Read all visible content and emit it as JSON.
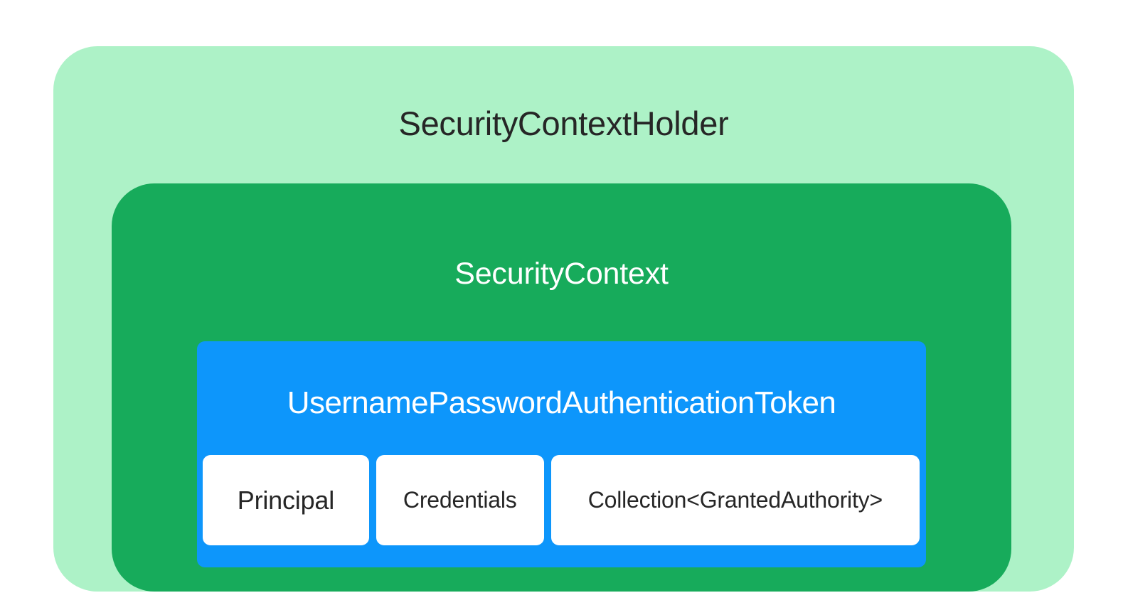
{
  "diagram": {
    "title": "SecurityContextHolder",
    "type": "nested-containment",
    "colors": {
      "outer_background": "#ADF2C7",
      "middle_background": "#17AB5B",
      "inner_background": "#0D96FB",
      "chip_background": "#FFFFFF",
      "dark_text": "#262626",
      "light_text": "#FFFFFF",
      "page_background": "#FFFFFF"
    },
    "holder": {
      "label": "SecurityContextHolder"
    },
    "context": {
      "label": "SecurityContext"
    },
    "token": {
      "label": "UsernamePasswordAuthenticationToken"
    },
    "fields": [
      {
        "label": "Principal"
      },
      {
        "label": "Credentials"
      },
      {
        "label": "Collection<GrantedAuthority>"
      }
    ]
  }
}
